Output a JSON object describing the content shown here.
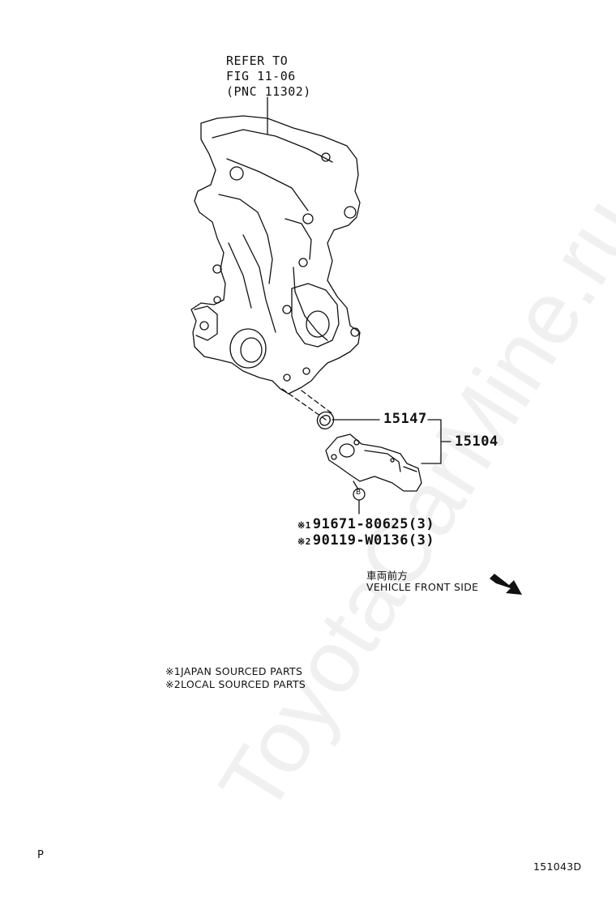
{
  "diagram": {
    "refer": {
      "line1": "REFER TO",
      "line2": "FIG 11-06",
      "line3": "(PNC 11302)"
    },
    "parts": {
      "gasket": "15147",
      "strainer": "15104",
      "bolt_marker": "B"
    },
    "fasteners": [
      {
        "mark": "※1",
        "part": "91671-80625(3)"
      },
      {
        "mark": "※2",
        "part": "90119-W0136(3)"
      }
    ],
    "direction": {
      "japanese": "車両前方",
      "english": "VEHICLE FRONT SIDE"
    },
    "notes": [
      {
        "mark": "※1",
        "text": "JAPAN SOURCED PARTS"
      },
      {
        "mark": "※2",
        "text": "LOCAL SOURCED PARTS"
      }
    ],
    "corner_letter": "P",
    "figure_code": "151043D",
    "watermark": "ToyotaCarMine.ru"
  }
}
